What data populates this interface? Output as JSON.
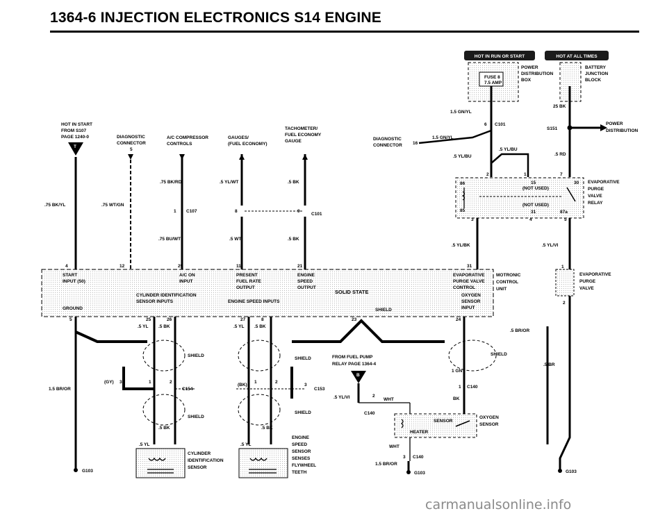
{
  "page": {
    "title": "1364-6    INJECTION ELECTRONICS  S14 ENGINE",
    "watermark": "carmanualsonline.info"
  },
  "badges": {
    "hot_run_start": "HOT IN RUN OR START",
    "hot_all_times": "HOT AT ALL TIMES"
  },
  "top_left": {
    "hot_start": [
      "HOT IN START",
      "FROM S107",
      "PAGE 1240-0"
    ],
    "diag_connector": [
      "DIAGNOSTIC",
      "CONNECTOR"
    ],
    "diag_pin": "5",
    "ac_compressor": [
      "A/C COMPRESSOR",
      "CONTROLS"
    ],
    "gauges": [
      "GAUGES/",
      "(FUEL ECONOMY)"
    ],
    "tach": [
      "TACHOMETER/",
      "FUEL ECONOMY",
      "GAUGE"
    ],
    "t_marker": "T"
  },
  "power": {
    "fuse": [
      "FUSE 8",
      "7.5 AMP"
    ],
    "power_dist": [
      "POWER",
      "DISTRIBUTION",
      "BOX"
    ],
    "battery": [
      "BATTERY",
      "JUNCTION",
      "BLOCK"
    ],
    "wire_1_5_gnyl": "1.5 GN/YL",
    "wire_25bk": "25 BK",
    "c101": "C101",
    "pin6": "6",
    "s151": "S151",
    "power_distribution": [
      "POWER",
      "DISTRIBUTION"
    ],
    "diag_conn_right": [
      "DIAGNOSTIC",
      "CONNECTOR"
    ],
    "pin16": "16",
    "wire_1_5_gnyl_b": "1.5 GN/YL",
    "wire_5ylbu_a": ".5 YL/BU",
    "wire_5ylbu_b": ".5 YL/BU",
    "wire_5rd": ".5 RD"
  },
  "relay": {
    "label": [
      "EVAPORATIVE",
      "PURGE",
      "VALVE",
      "RELAY"
    ],
    "pin2": "2",
    "pin1": "1",
    "pin7": "7",
    "t86": "86",
    "t15": "15",
    "t30": "30",
    "not_used_a": "(NOT USED)",
    "not_used_b": "(NOT USED)",
    "t85": "85",
    "t31": "31",
    "t87a": "87a",
    "pin3": "3",
    "pin4": "4",
    "pin5": "5"
  },
  "mid_wires": {
    "w75bkyl": ".75 BK/YL",
    "w75wtgn": ".75 WT/GN",
    "w75bkrd": ".75 BK/RD",
    "w5ylwt": ".5 YL/WT",
    "w5bk_a": ".5 BK",
    "pin1": "1",
    "c107": "C107",
    "pin8": "8",
    "pin9": "9",
    "c101b": "C101",
    "w75buwt": ".75 BU/WT",
    "w5wt": ".5 WT",
    "w5bk_b": ".5 BK",
    "w5ylbk": ".5 YL/BK",
    "w5ylvi": ".5 YL/VI"
  },
  "ecu": {
    "pins_top": [
      "4",
      "12",
      "29",
      "11",
      "21",
      "31"
    ],
    "start_input": [
      "START",
      "INPUT (50)"
    ],
    "ac_on": [
      "A/C ON",
      "INPUT"
    ],
    "present_fuel": [
      "PRESENT",
      "FUEL RATE",
      "OUTPUT"
    ],
    "engine_speed_out": [
      "ENGINE",
      "SPEED",
      "OUTPUT"
    ],
    "solid_state": "SOLID STATE",
    "evap_purge": [
      "EVAPORATIVE",
      "PURGE VALVE",
      "CONTROL"
    ],
    "oxygen_input": [
      "OXYGEN",
      "SENSOR",
      "INPUT"
    ],
    "cyl_id_inputs": [
      "CYLINDER IDENTIFICATION",
      "SENSOR INPUTS"
    ],
    "engine_speed_inputs": "ENGINE SPEED INPUTS",
    "ground": "GROUND",
    "shield": "SHIELD",
    "motronic": [
      "MOTRONIC",
      "CONTROL",
      "UNIT"
    ],
    "pins_bottom": [
      "5",
      "25",
      "26",
      "27",
      "8",
      "23",
      "24"
    ]
  },
  "lower": {
    "w5yl_a": ".5 YL",
    "w5bk_c": ".5 BK",
    "w5yl_b": ".5 YL",
    "w5bk_d": ".5 BK",
    "shield_1": "SHIELD",
    "shield_2": "SHIELD",
    "shield_3": "SHIELD",
    "shield_4": "SHIELD",
    "shield_5": "SHIELD",
    "gy": "(GY)",
    "bk_paren": "(BK)",
    "pin3a": "3",
    "pin1a": "1",
    "pin2a": "2",
    "c154": "C154",
    "pin1b": "1",
    "pin2b": "2",
    "pin3b": "3",
    "c153": "C153",
    "w5bk_e": ".5 BK",
    "w5bk_f": ".5 BK",
    "w5yl_c": ".5 YL",
    "w5yl_d": ".5 YL",
    "cyl_sensor": [
      "CYLINDER",
      "IDENTIFICATION",
      "SENSOR"
    ],
    "eng_speed_sensor": [
      "ENGINE",
      "SPEED",
      "SENSOR",
      "SENSES",
      "FLYWHEEL",
      "TEETH"
    ],
    "from_fuel_pump": [
      "FROM FUEL PUMP",
      "RELAY PAGE 1364-4"
    ],
    "b_marker": "B",
    "w5ylvi_b": ".5 YL/VI",
    "pin2c": "2",
    "wht_a": "WHT",
    "c140_a": "C140",
    "w1gn": "1 GN",
    "pin1c": "1",
    "c140_b": "C140",
    "bk": "BK",
    "w5bror": ".5 BR/OR",
    "w5br": ".5 BR",
    "w15bror_a": "1.5 BR/OR",
    "g103_a": "G103",
    "sensor": "SENSOR",
    "heater": "HEATER",
    "oxygen_sensor": [
      "OXYGEN",
      "SENSOR"
    ],
    "wht_b": "WHT",
    "pin3c": "3",
    "c140_c": "C140",
    "w15bror_b": "1.5 BR/OR",
    "g103_b": "G103",
    "g103_c": "G103",
    "evap_valve": [
      "EVAPORATIVE",
      "PURGE",
      "VALVE"
    ],
    "pin1d": "1",
    "pin2d": "2"
  }
}
